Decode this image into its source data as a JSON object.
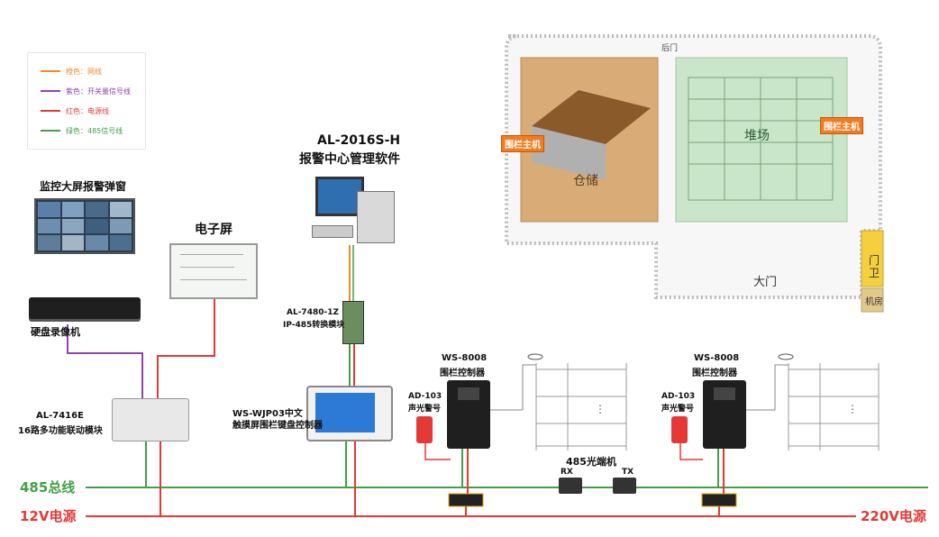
{
  "legend": {
    "items": [
      {
        "text": "橙色：网线",
        "color": "#f28c28"
      },
      {
        "text": "紫色：开关量信号线",
        "color": "#8e44ad"
      },
      {
        "text": "红色：电源线",
        "color": "#e53935"
      },
      {
        "text": "绿色：485信号线",
        "color": "#43a047"
      }
    ]
  },
  "devices": {
    "video_wall": "监控大屏报警弹窗",
    "screen": "电子屏",
    "software_model": "AL-2016S-H",
    "software_name": "报警中心管理软件",
    "nvr": "硬盘录像机",
    "converter_model": "AL-7480-1Z",
    "converter_name": "IP-485转换模块",
    "linkage_model": "AL-7416E",
    "linkage_name": "16路多功能联动模块",
    "keypad_model": "WS-WJP03中文",
    "keypad_name": "触摸屏围栏键盘控制器",
    "controller1_model": "WS-8008",
    "controller1_name": "围栏控制器",
    "siren1_model": "AD-103",
    "siren1_name": "声光警号",
    "controller2_model": "WS-8008",
    "controller2_name": "围栏控制器",
    "siren2_model": "AD-103",
    "siren2_name": "声光警号",
    "fiber_name": "485光端机",
    "fiber_rx": "RX",
    "fiber_tx": "TX"
  },
  "buses": {
    "rs485": "485总线",
    "power12": "12V电源",
    "power220": "220V电源"
  },
  "map": {
    "fence_host_left": "围栏主机",
    "fence_host_right": "围栏主机",
    "warehouse": "仓储",
    "storage": "堆场",
    "back_gate": "后门",
    "main_gate": "大门",
    "guard": "门卫",
    "machine_room": "机房"
  },
  "colors": {
    "network": "#f28c28",
    "signal": "#8e44ad",
    "power": "#e53935",
    "rs485": "#43a047"
  }
}
